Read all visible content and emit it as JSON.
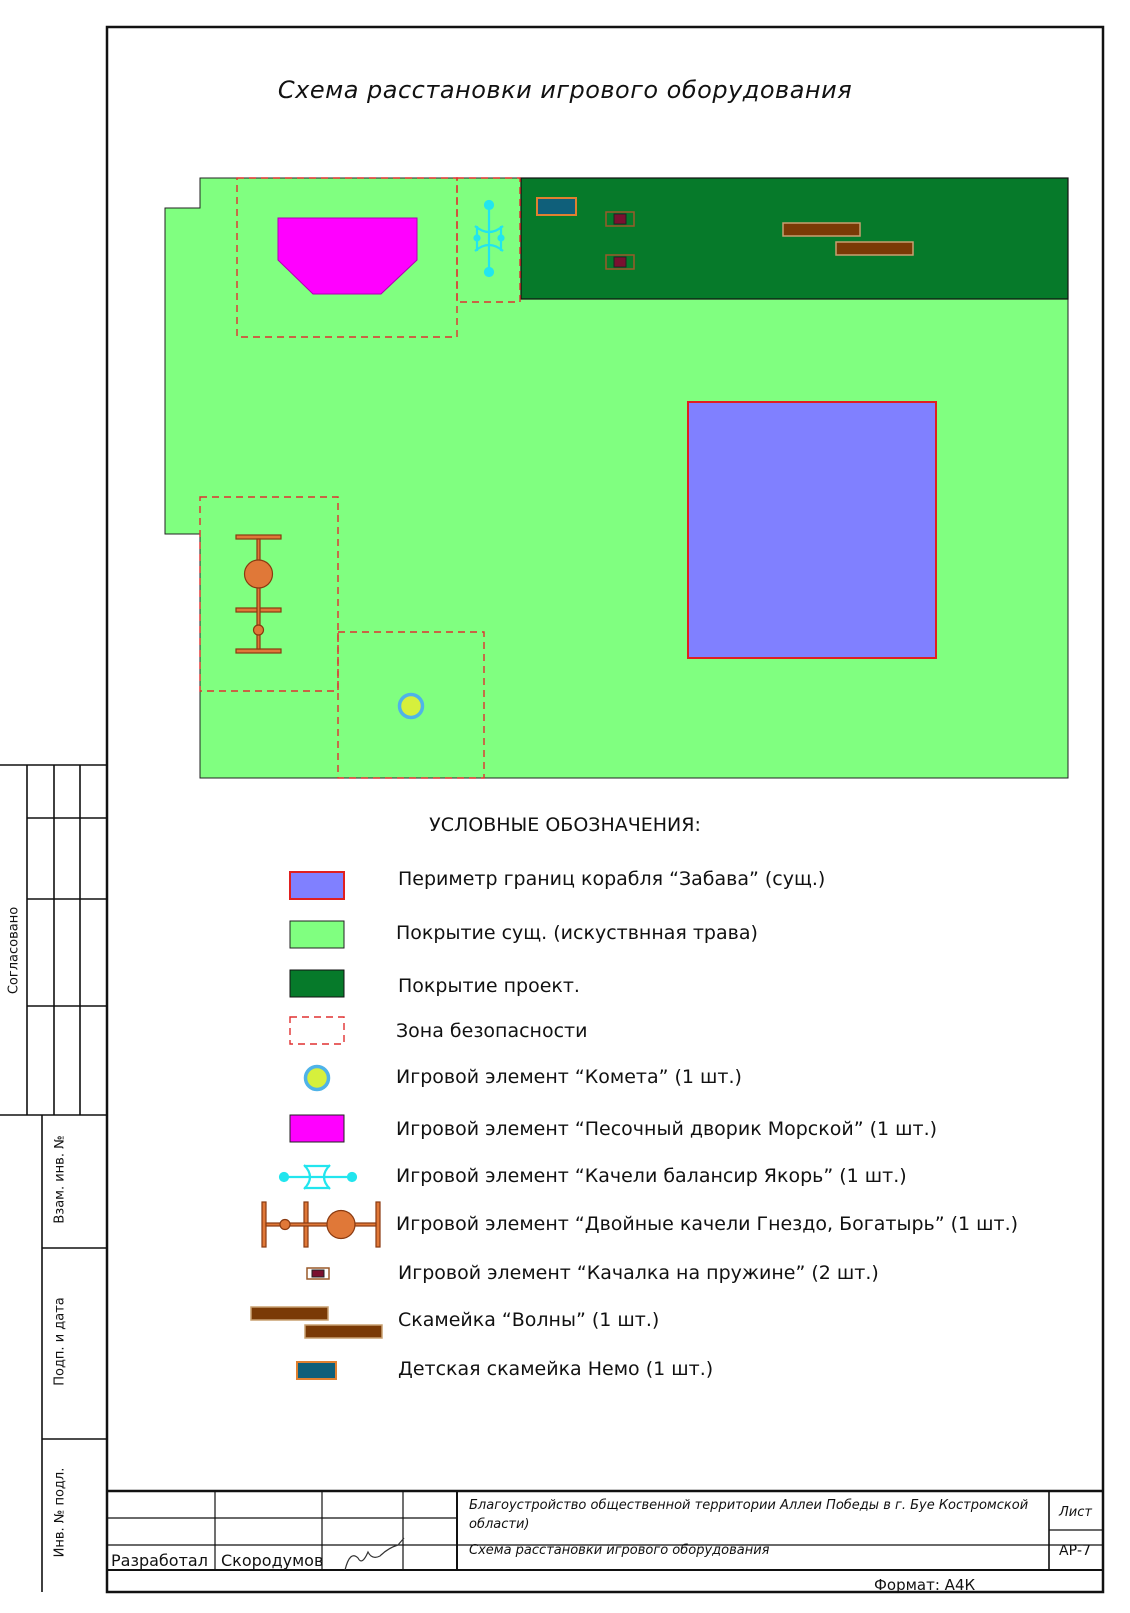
{
  "title": "Схема расстановки игрового оборудования",
  "legend": {
    "title": "УСЛОВНЫЕ ОБОЗНАЧЕНИЯ:",
    "items": [
      {
        "text": "Периметр границ корабля “Забава” (сущ.)",
        "icon": "ship-perimeter-icon"
      },
      {
        "text": "Покрытие сущ. (искуствнная трава)",
        "icon": "existing-grass-icon"
      },
      {
        "text": "Покрытие проект.",
        "icon": "project-cover-icon"
      },
      {
        "text": "Зона безопасности",
        "icon": "safety-zone-icon"
      },
      {
        "text": "Игровой элемент “Комета” (1 шт.)",
        "icon": "kometa-icon"
      },
      {
        "text": "Игровой элемент “Песочный дворик Морской” (1 шт.)",
        "icon": "sandbox-icon"
      },
      {
        "text": "Игровой элемент “Качели балансир Якорь” (1 шт.)",
        "icon": "balance-swing-icon"
      },
      {
        "text": "Игровой элемент “Двойные качели Гнездо, Богатырь” (1 шт.)",
        "icon": "double-swing-icon"
      },
      {
        "text": "Игровой элемент “Качалка на пружине” (2 шт.)",
        "icon": "spring-rocker-icon"
      },
      {
        "text": "Скамейка “Волны” (1 шт.)",
        "icon": "bench-waves-icon"
      },
      {
        "text": "Детская скамейка Немо (1 шт.)",
        "icon": "kids-bench-icon"
      }
    ]
  },
  "side_labels": {
    "agreed": "Согласовано",
    "inv_no": "Взам. инв. №",
    "sign_date": "Подп. и дата",
    "inv_orig": "Инв. № подл."
  },
  "title_block": {
    "developed_label": "Разработал",
    "developer": "Скородумов",
    "project": "Благоустройство общественной территории Аллеи Победы в г. Буе Костромской области)",
    "project_line1": "Благоустройство общественной территории Аллеи Победы в г. Буе Костромской",
    "project_line2": "области)",
    "drawing": "Схема расстановки игрового оборудования",
    "sheet_label": "Лист",
    "sheet_code": "АР-7",
    "format": "Формат: А4К"
  },
  "colors": {
    "existing_grass": "#80ff80",
    "project_cover": "#067a2a",
    "ship": "#8080ff",
    "ship_border": "#e02020",
    "sandbox": "#ff00ff",
    "balance_swing": "#22e5ee",
    "double_swing": "#e07838",
    "kometa_fill": "#d6f03c",
    "kometa_ring": "#4fb3e8",
    "rocker": "#7a1030",
    "bench_waves": "#7a3a06",
    "kids_bench": "#0f5f7a",
    "safety_dash": "#e03030"
  }
}
